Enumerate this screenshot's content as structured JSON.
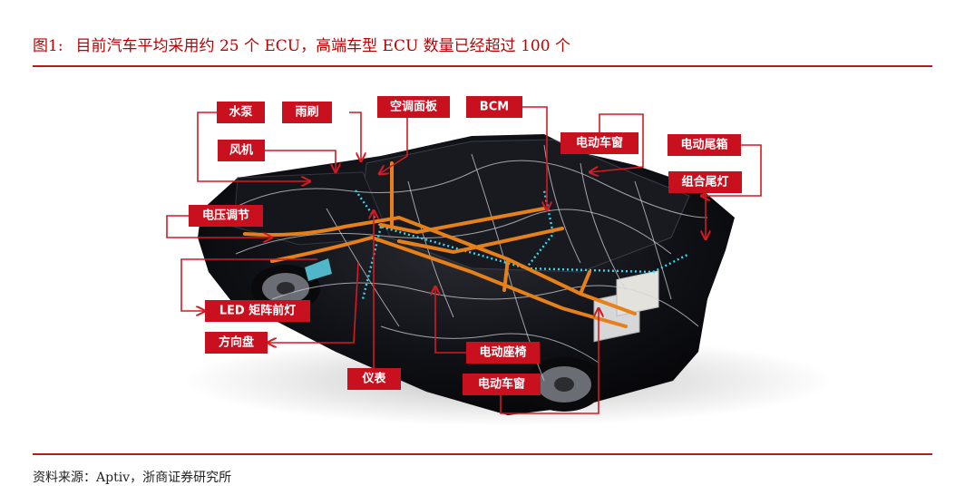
{
  "header": {
    "figure_number": "图1:",
    "title": "目前汽车平均采用约 25 个 ECU，高端车型 ECU 数量已经超过 100 个"
  },
  "diagram": {
    "labels": {
      "water_pump": "水泵",
      "wiper": "雨刷",
      "ac_panel": "空调面板",
      "bcm": "BCM",
      "power_window_rear": "电动车窗",
      "power_tailgate": "电动尾箱",
      "fan": "风机",
      "combo_taillight": "组合尾灯",
      "voltage_regulator": "电压调节",
      "led_matrix_headlight": "LED 矩阵前灯",
      "steering_wheel": "方向盘",
      "instrument": "仪表",
      "power_seat": "电动座椅",
      "power_window_front": "电动车窗"
    }
  },
  "footer": {
    "source": "资料来源：Aptiv，浙商证券研究所"
  },
  "colors": {
    "accent": "#c00000",
    "label_bg": "#c8101e",
    "car_body": "#0c0c10",
    "wire": "#e6801a",
    "dots": "#3ad7f0"
  }
}
